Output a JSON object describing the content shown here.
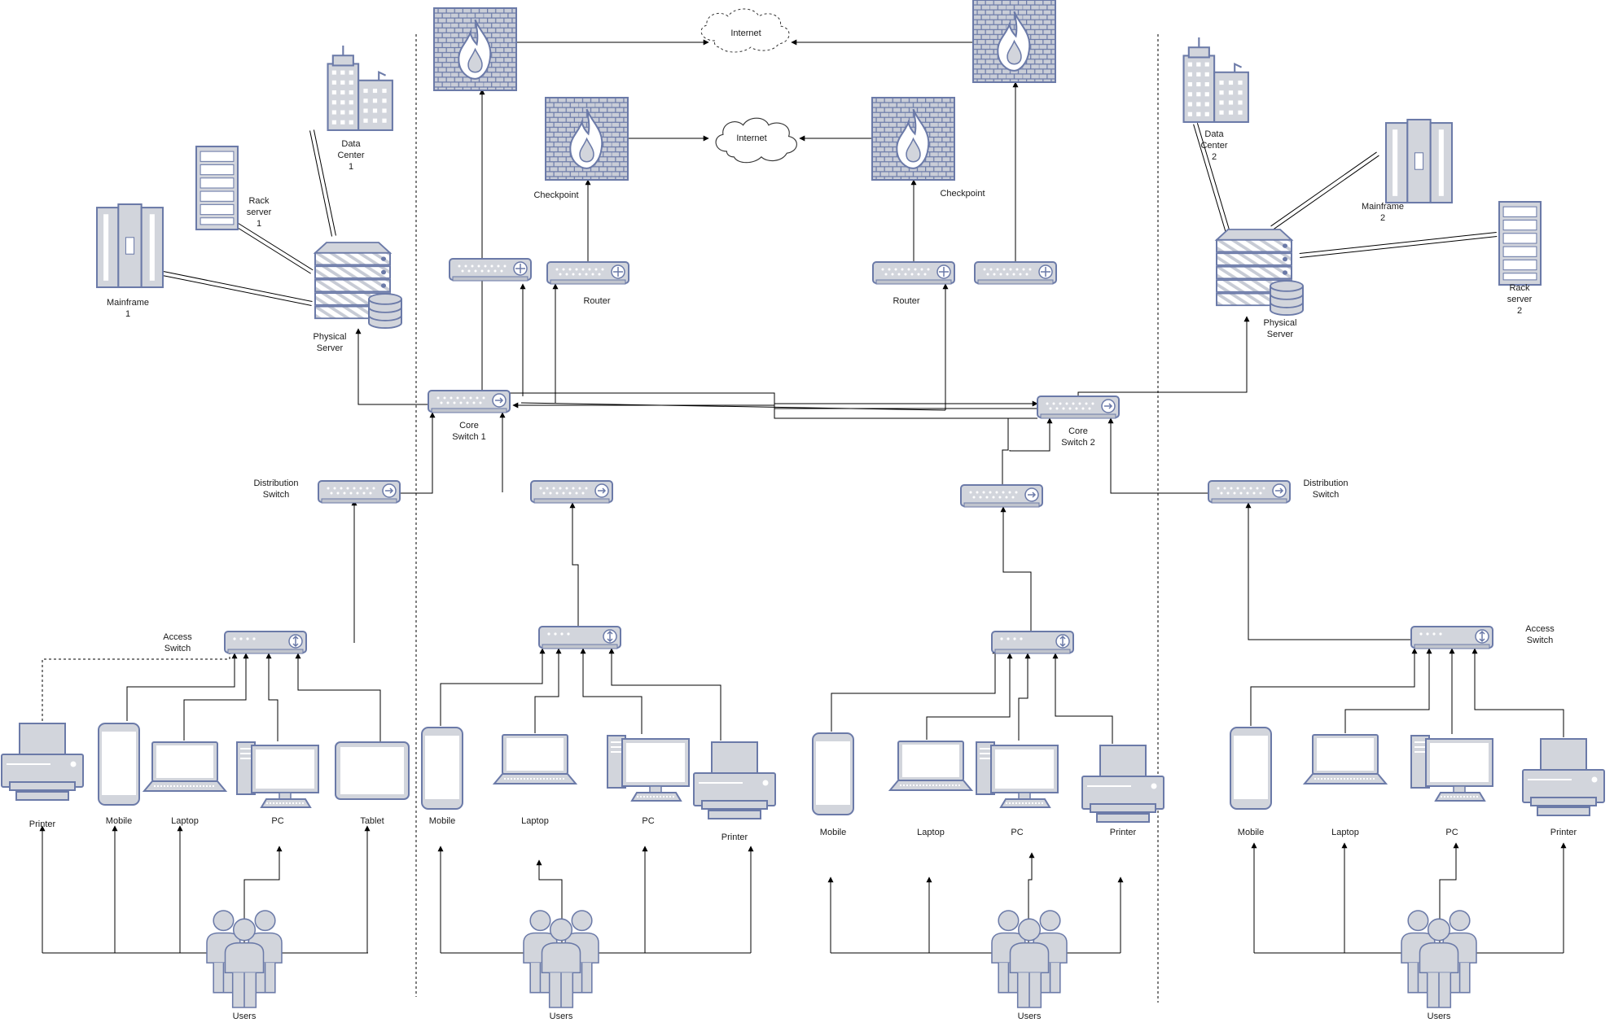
{
  "colors": {
    "icon_fill": "#d2d5dc",
    "icon_stroke": "#6b7aa8",
    "line": "#000000",
    "brick": "#c7cbd5"
  },
  "labels": {
    "internet_top": "Internet",
    "internet_mid": "Internet",
    "checkpoint_left": "Checkpoint",
    "checkpoint_right": "Checkpoint",
    "router_left": "Router",
    "router_right": "Router",
    "core_switch_1": [
      "Core",
      "Switch 1"
    ],
    "core_switch_2": [
      "Core",
      "Switch 2"
    ],
    "distribution_switch_left": [
      "Distribution",
      "Switch"
    ],
    "distribution_switch_right": [
      "Distribution",
      "Switch"
    ],
    "access_switch_left": [
      "Access",
      "Switch"
    ],
    "access_switch_right": [
      "Access",
      "Switch"
    ],
    "data_center_1": [
      "Data",
      "Center",
      "1"
    ],
    "data_center_2": [
      "Data",
      "Center",
      "2"
    ],
    "rack_server_1": [
      "Rack",
      "server",
      "1"
    ],
    "rack_server_2": [
      "Rack",
      "server",
      "2"
    ],
    "mainframe_1": [
      "Mainframe",
      "1"
    ],
    "mainframe_2": [
      "Mainframe",
      "2"
    ],
    "physical_server_1": [
      "Physical",
      "Server"
    ],
    "physical_server_2": [
      "Physical",
      "Server"
    ]
  },
  "clusters": [
    {
      "users": "Users",
      "devices": [
        {
          "icon": "printer",
          "label": "Printer"
        },
        {
          "icon": "mobile",
          "label": "Mobile"
        },
        {
          "icon": "laptop",
          "label": "Laptop"
        },
        {
          "icon": "pc",
          "label": "PC"
        },
        {
          "icon": "tablet",
          "label": "Tablet"
        }
      ]
    },
    {
      "users": "Users",
      "devices": [
        {
          "icon": "mobile",
          "label": "Mobile"
        },
        {
          "icon": "laptop",
          "label": "Laptop"
        },
        {
          "icon": "pc",
          "label": "PC"
        },
        {
          "icon": "printer",
          "label": "Printer"
        }
      ]
    },
    {
      "users": "Users",
      "devices": [
        {
          "icon": "mobile",
          "label": "Mobile"
        },
        {
          "icon": "laptop",
          "label": "Laptop"
        },
        {
          "icon": "pc",
          "label": "PC"
        },
        {
          "icon": "printer",
          "label": "Printer"
        }
      ]
    },
    {
      "users": "Users",
      "devices": [
        {
          "icon": "mobile",
          "label": "Mobile"
        },
        {
          "icon": "laptop",
          "label": "Laptop"
        },
        {
          "icon": "pc",
          "label": "PC"
        },
        {
          "icon": "printer",
          "label": "Printer"
        }
      ]
    }
  ]
}
